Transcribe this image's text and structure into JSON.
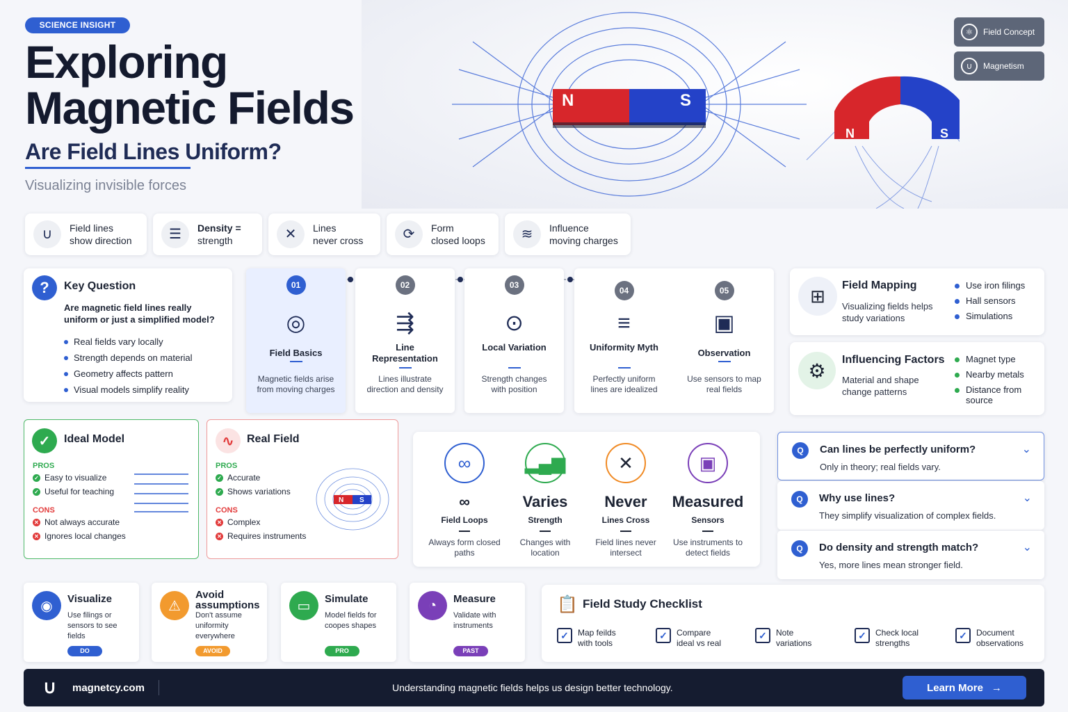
{
  "header": {
    "tag": "SCIENCE INSIGHT",
    "title_line1": "Exploring",
    "title_line2": "Magnetic Fields",
    "subtitle": "Are Field Lines Uniform?",
    "tagline": "Visualizing invisible forces"
  },
  "top_buttons": [
    {
      "label": "Field Concept",
      "icon": "atom-icon"
    },
    {
      "label": "Magnetism",
      "icon": "magnet-icon"
    }
  ],
  "hero": {
    "bar_n": "N",
    "bar_s": "S",
    "horse_n": "N",
    "horse_s": "S"
  },
  "features": [
    {
      "l1": "Field lines",
      "l2": "show direction"
    },
    {
      "l1": "Density =",
      "l2": "strength"
    },
    {
      "l1": "Lines",
      "l2": "never cross"
    },
    {
      "l1": "Form",
      "l2": "closed loops"
    },
    {
      "l1": "Influence",
      "l2": "moving charges"
    }
  ],
  "key_question": {
    "title": "Key Question",
    "question": "Are magnetic field lines really uniform or just a simplified model?",
    "bullets": [
      "Real fields vary locally",
      "Strength depends on material",
      "Geometry affects pattern",
      "Visual models simplify reality"
    ]
  },
  "steps": [
    {
      "num": "01",
      "title": "Field Basics",
      "desc": "Magnetic fields arise from moving charges"
    },
    {
      "num": "02",
      "title": "Line Representation",
      "desc": "Lines illustrate direction and density"
    },
    {
      "num": "03",
      "title": "Local Variation",
      "desc": "Strength changes with position"
    },
    {
      "num": "04",
      "title": "Uniformity Myth",
      "desc": "Perfectly uniform lines are idealized"
    },
    {
      "num": "05",
      "title": "Observation",
      "desc": "Use sensors to map real fields"
    }
  ],
  "field_mapping": {
    "title": "Field Mapping",
    "desc": "Visualizing fields helps study variations",
    "bullets": [
      "Use iron filings",
      "Hall sensors",
      "Simulations"
    ]
  },
  "influencing": {
    "title": "Influencing Factors",
    "desc": "Material and shape change patterns",
    "bullets": [
      "Magnet type",
      "Nearby metals",
      "Distance from source"
    ]
  },
  "ideal": {
    "title": "Ideal Model",
    "pros_label": "PROS",
    "pros": [
      "Easy to visualize",
      "Useful for teaching"
    ],
    "cons_label": "CONS",
    "cons": [
      "Not always accurate",
      "Ignores local changes"
    ]
  },
  "real": {
    "title": "Real Field",
    "pros_label": "PROS",
    "pros": [
      "Accurate",
      "Shows variations"
    ],
    "cons_label": "CONS",
    "cons": [
      "Complex",
      "Requires instruments"
    ],
    "n": "N",
    "s": "S"
  },
  "stats": [
    {
      "big": "∞",
      "label": "Field Loops",
      "desc": "Always form closed paths",
      "color": "#2f5fd1",
      "icon": "infinity-icon"
    },
    {
      "big": "Varies",
      "label": "Strength",
      "desc": "Changes with location",
      "color": "#2eaa4f",
      "icon": "bar-chart-icon"
    },
    {
      "big": "Never",
      "label": "Lines Cross",
      "desc": "Field lines never intersect",
      "color": "#f08a24",
      "icon": "cross-icon"
    },
    {
      "big": "Measured",
      "label": "Sensors",
      "desc": "Use instruments to detect fields",
      "color": "#7a3fb8",
      "icon": "sensor-icon"
    }
  ],
  "faq": [
    {
      "q": "Can lines be perfectly uniform?",
      "a": "Only in theory; real fields vary."
    },
    {
      "q": "Why use lines?",
      "a": "They simplify visualization of complex fields."
    },
    {
      "q": "Do density and strength match?",
      "a": "Yes, more lines mean stronger field."
    }
  ],
  "actions": [
    {
      "title": "Visualize",
      "desc": "Use filings or sensors to see fields",
      "pill": "DO",
      "color": "#2f5fd1"
    },
    {
      "title": "Avoid assumptions",
      "desc": "Don't assume uniformity everywhere",
      "pill": "AVOID",
      "color": "#f29a2e"
    },
    {
      "title": "Simulate",
      "desc": "Model fields for coopes shapes",
      "pill": "PRO",
      "color": "#2eaa4f"
    },
    {
      "title": "Measure",
      "desc": "Validate with instruments",
      "pill": "PAST",
      "color": "#7a3fb8"
    }
  ],
  "checklist": {
    "title": "Field Study Checklist",
    "items": [
      {
        "l1": "Map feilds",
        "l2": "with tools"
      },
      {
        "l1": "Compare",
        "l2": "ideal vs real"
      },
      {
        "l1": "Note",
        "l2": "variations"
      },
      {
        "l1": "Check local",
        "l2": "strengths"
      },
      {
        "l1": "Document",
        "l2": "observations"
      }
    ]
  },
  "footer": {
    "site": "magnetcy.com",
    "message": "Understanding magnetic fields helps us design better technology.",
    "cta": "Learn More"
  }
}
